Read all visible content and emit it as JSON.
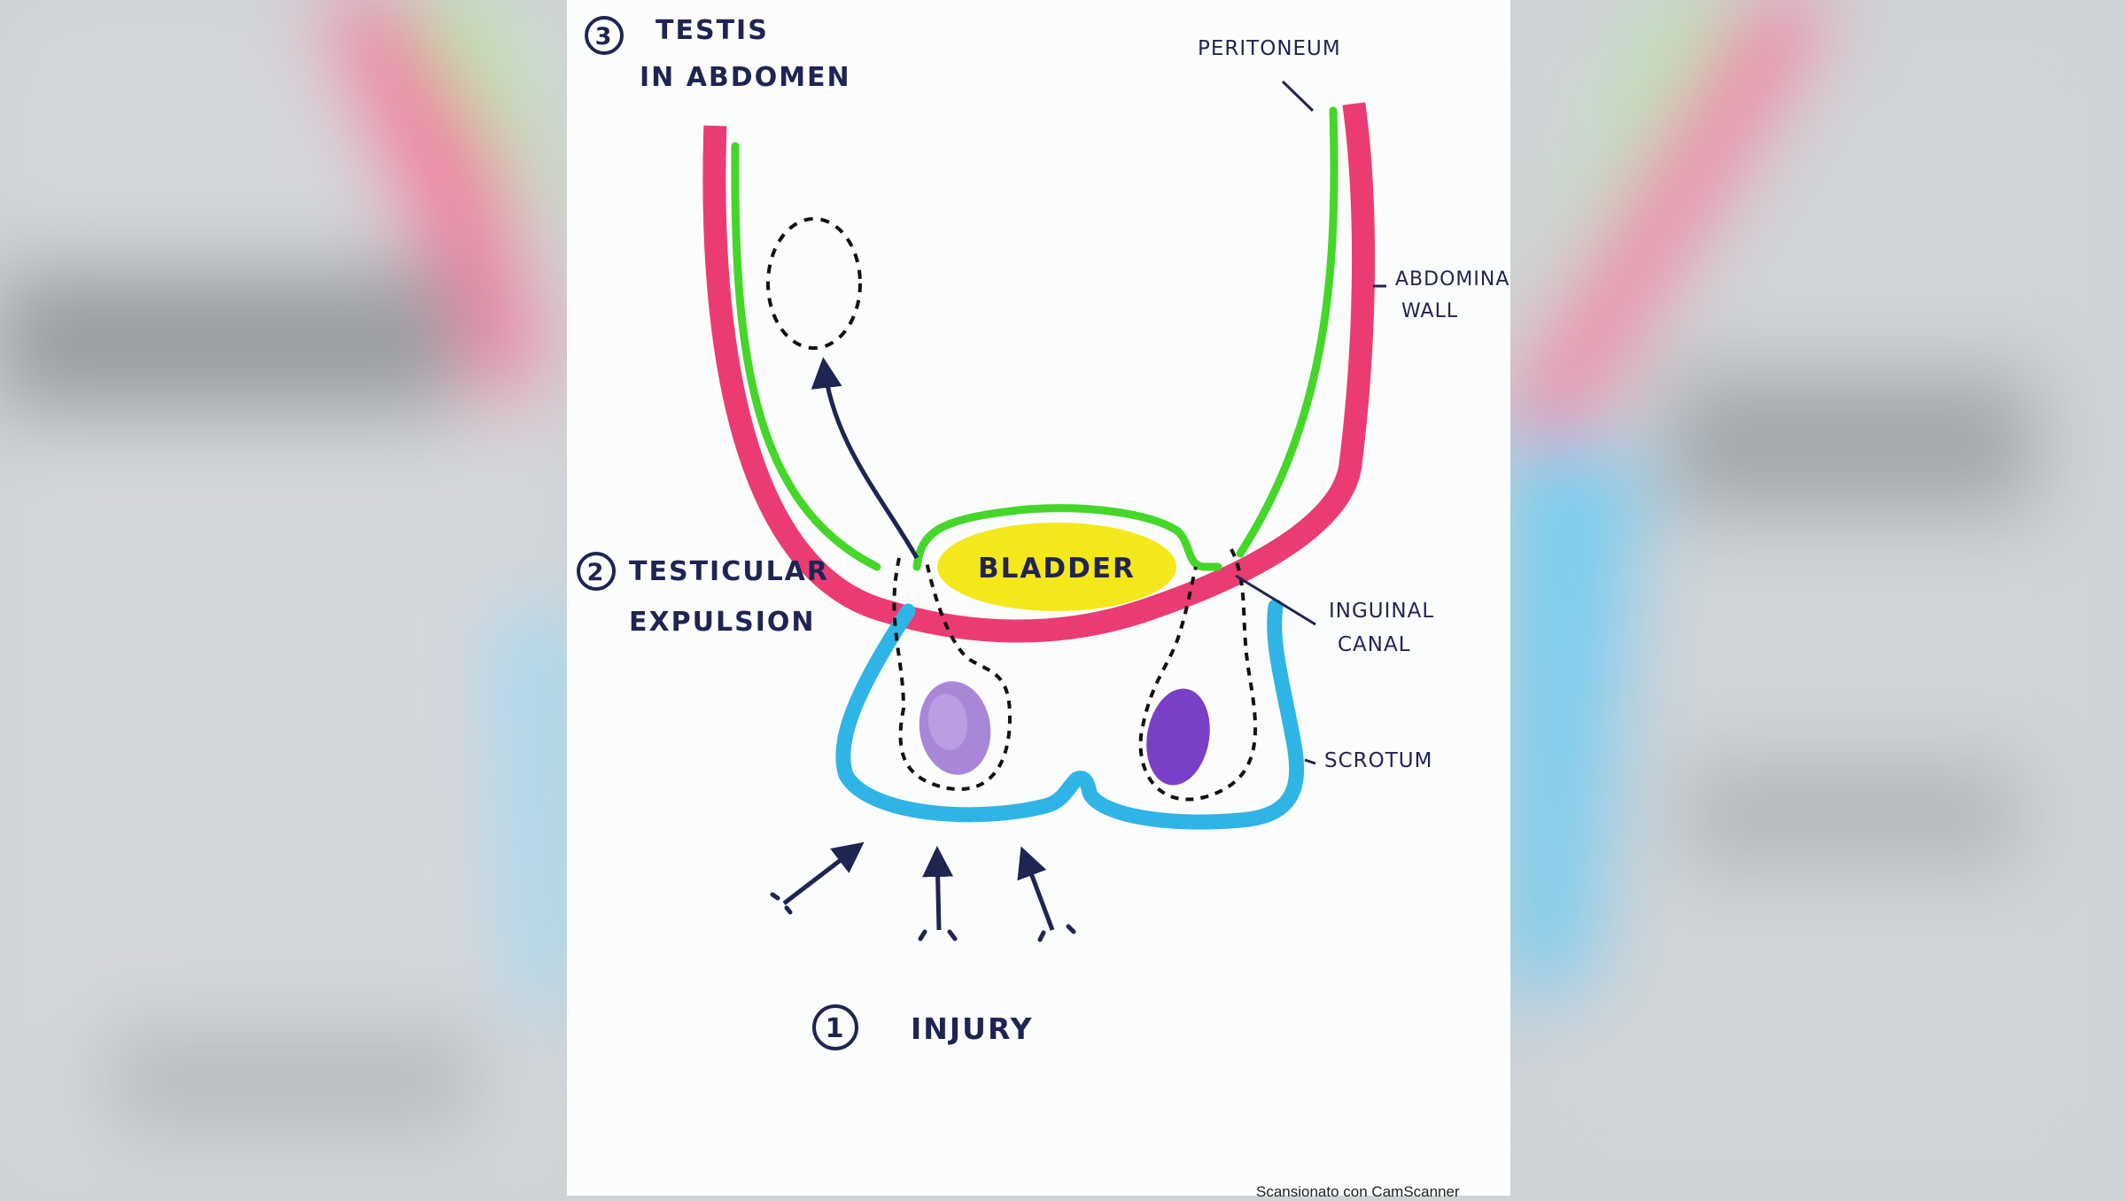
{
  "labels": {
    "step3_number": "3",
    "step3_line1": "TESTIS",
    "step3_line2": "IN ABDOMEN",
    "step2_number": "2",
    "step2_line1": "TESTICULAR",
    "step2_line2": "EXPULSION",
    "step1_number": "1",
    "step1_text": "INJURY",
    "bladder": "BLADDER",
    "peritoneum": "PERITONEUM",
    "abdominal_wall_line1": "ABDOMINAL",
    "abdominal_wall_line2": "WALL",
    "inguinal_canal_line1": "INGUINAL",
    "inguinal_canal_line2": "CANAL",
    "scrotum": "SCROTUM"
  },
  "watermark": "Scansionato con CamScanner",
  "colors": {
    "abdominal_wall": "#ea3c73",
    "peritoneum": "#45d62a",
    "scrotum": "#2fb4e6",
    "bladder": "#f5e81a",
    "testis": "#7a3fc7",
    "ink": "#1f2552"
  },
  "icons": [
    "arrow-up-icon",
    "dashed-outline-icon"
  ]
}
